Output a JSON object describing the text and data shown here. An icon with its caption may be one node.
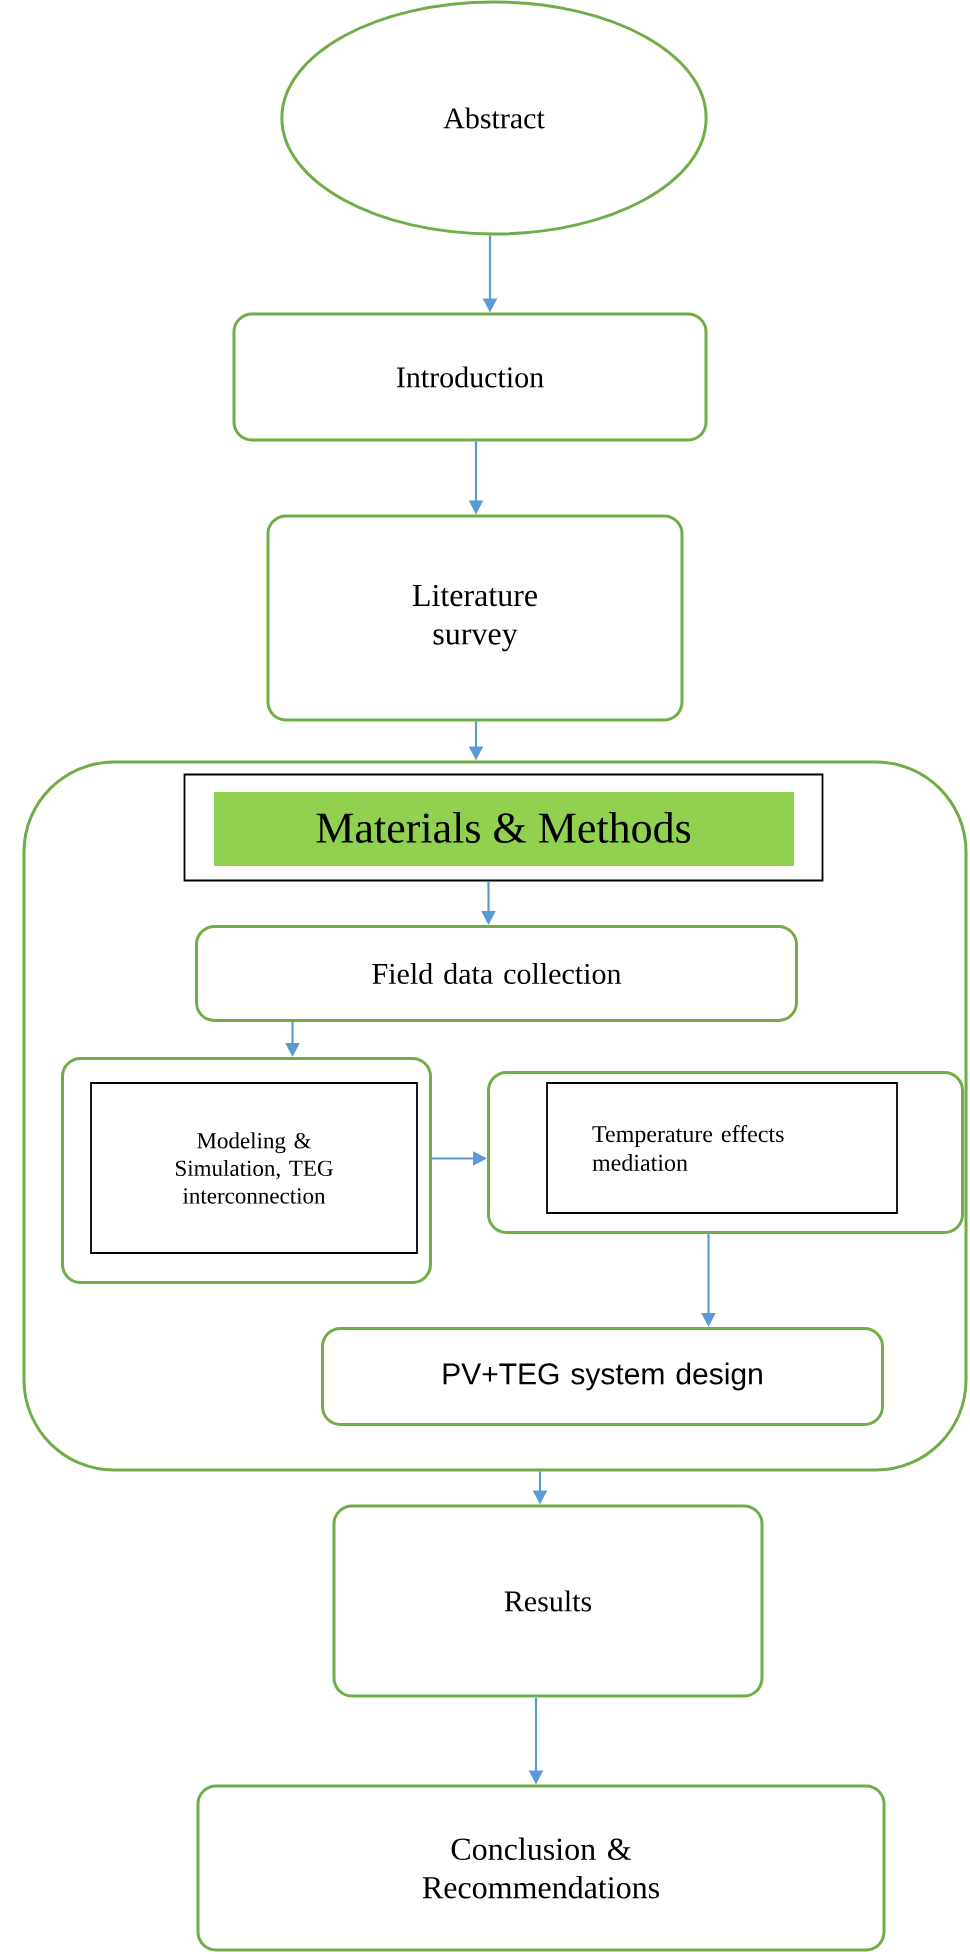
{
  "diagram": {
    "nodes": [
      {
        "text": [
          "Abstract"
        ]
      },
      {
        "text": [
          "Introduction"
        ]
      },
      {
        "text": [
          "Literature survey"
        ]
      },
      {
        "text": [],
        "shape": "box"
      },
      {
        "text": [
          "Materials & Methods"
        ],
        "in": 3
      },
      {
        "text": [
          "Field data collection"
        ],
        "in": 3
      },
      {
        "text": [],
        "shape": "box",
        "in": 3
      },
      {
        "text": [
          "Modeling & Simulation, TEG interconnection"
        ],
        "in": 6
      },
      {
        "text": [],
        "shape": "box",
        "in": 3
      },
      {
        "text": [
          "Temperature effects mediation"
        ],
        "in": 8
      },
      {
        "text": [
          "PV+TEG system design"
        ],
        "in": 3
      },
      {
        "text": [
          "Results"
        ]
      },
      {
        "text": [
          "Conclusion & Recommendations"
        ]
      }
    ],
    "edges": [
      {
        "from": 0,
        "to": 1,
        "arrow": "to"
      },
      {
        "from": 1,
        "to": 2,
        "arrow": "to"
      },
      {
        "from": 2,
        "to": 3,
        "arrow": "to"
      },
      {
        "from": 4,
        "to": 5,
        "arrow": "to"
      },
      {
        "from": 5,
        "to": 6,
        "arrow": "to"
      },
      {
        "from": 6,
        "to": 8,
        "arrow": "to"
      },
      {
        "from": 8,
        "to": 10,
        "arrow": "to"
      },
      {
        "from": 3,
        "to": 11,
        "arrow": "to"
      },
      {
        "from": 11,
        "to": 12,
        "arrow": "to"
      }
    ]
  }
}
